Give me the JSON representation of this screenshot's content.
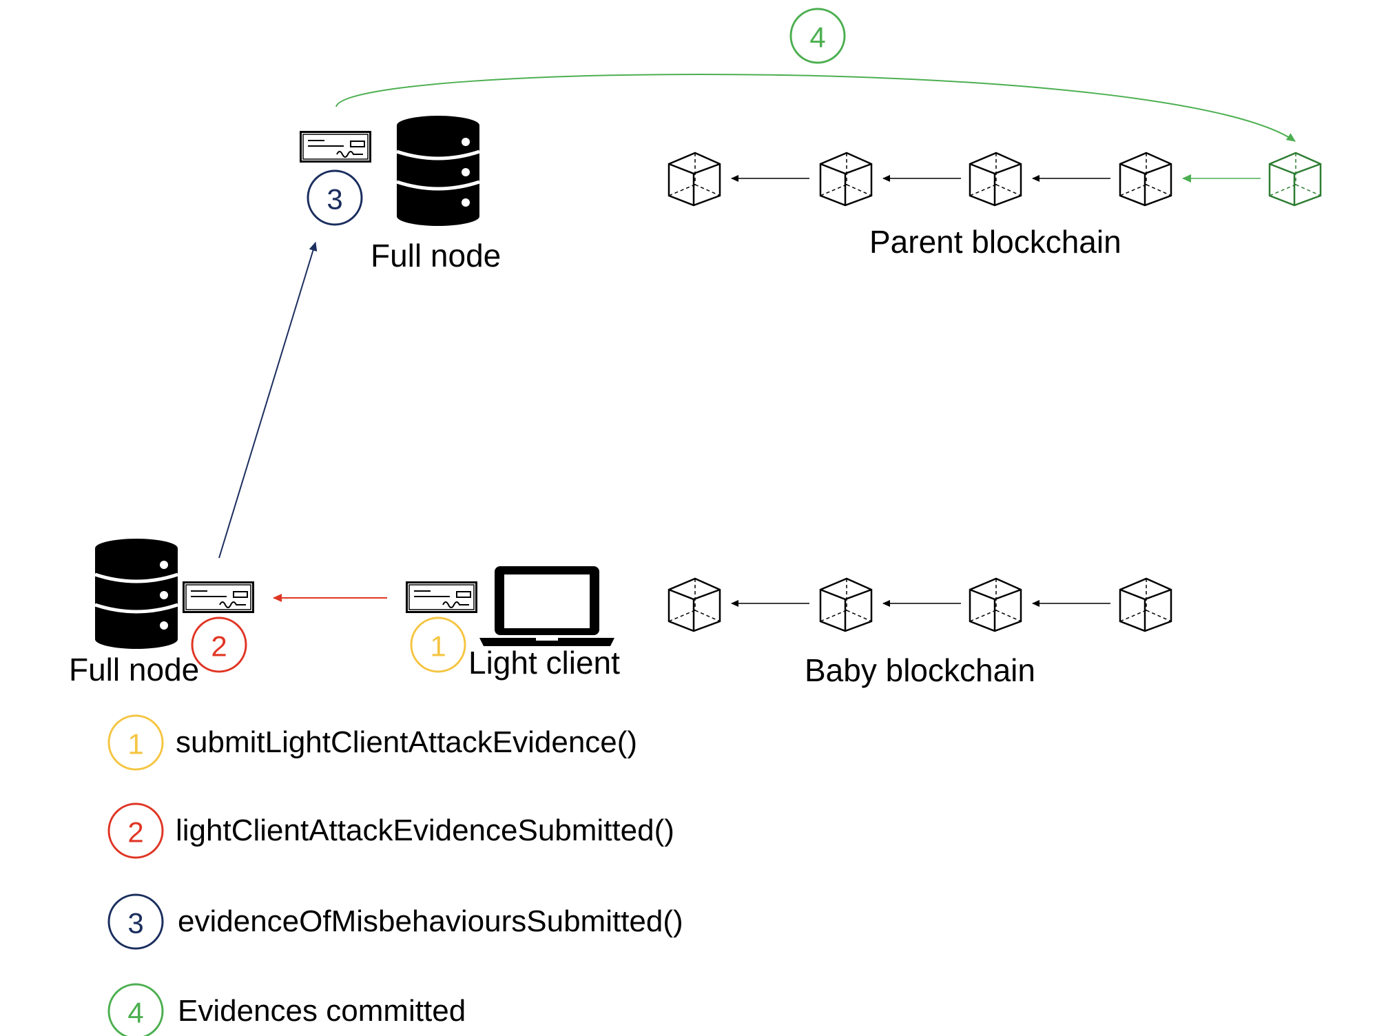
{
  "colors": {
    "step1": "#F5C542",
    "step2": "#E03524",
    "step3": "#1B2E5E",
    "step4": "#4CAF50",
    "new_block": "#2E7D32",
    "ink": "#000000"
  },
  "nodes": {
    "top_full_node": "Full node",
    "bottom_full_node": "Full node",
    "light_client": "Light client"
  },
  "chains": {
    "parent": {
      "label": "Parent blockchain",
      "existing_blocks": 4,
      "new_blocks": 1
    },
    "baby": {
      "label": "Baby blockchain",
      "existing_blocks": 4,
      "new_blocks": 0
    }
  },
  "steps": {
    "s1": "1",
    "s2": "2",
    "s3": "3",
    "s4": "4"
  },
  "legend": [
    {
      "num": "1",
      "text": "submitLightClientAttackEvidence()"
    },
    {
      "num": "2",
      "text": "lightClientAttackEvidenceSubmitted()"
    },
    {
      "num": "3",
      "text": "evidenceOfMisbehavioursSubmitted()"
    },
    {
      "num": "4",
      "text": "Evidences committed"
    }
  ],
  "icons": {
    "database": "database-icon",
    "laptop": "laptop-icon",
    "evidence": "evidence-document-icon",
    "block": "block-cube-icon"
  }
}
